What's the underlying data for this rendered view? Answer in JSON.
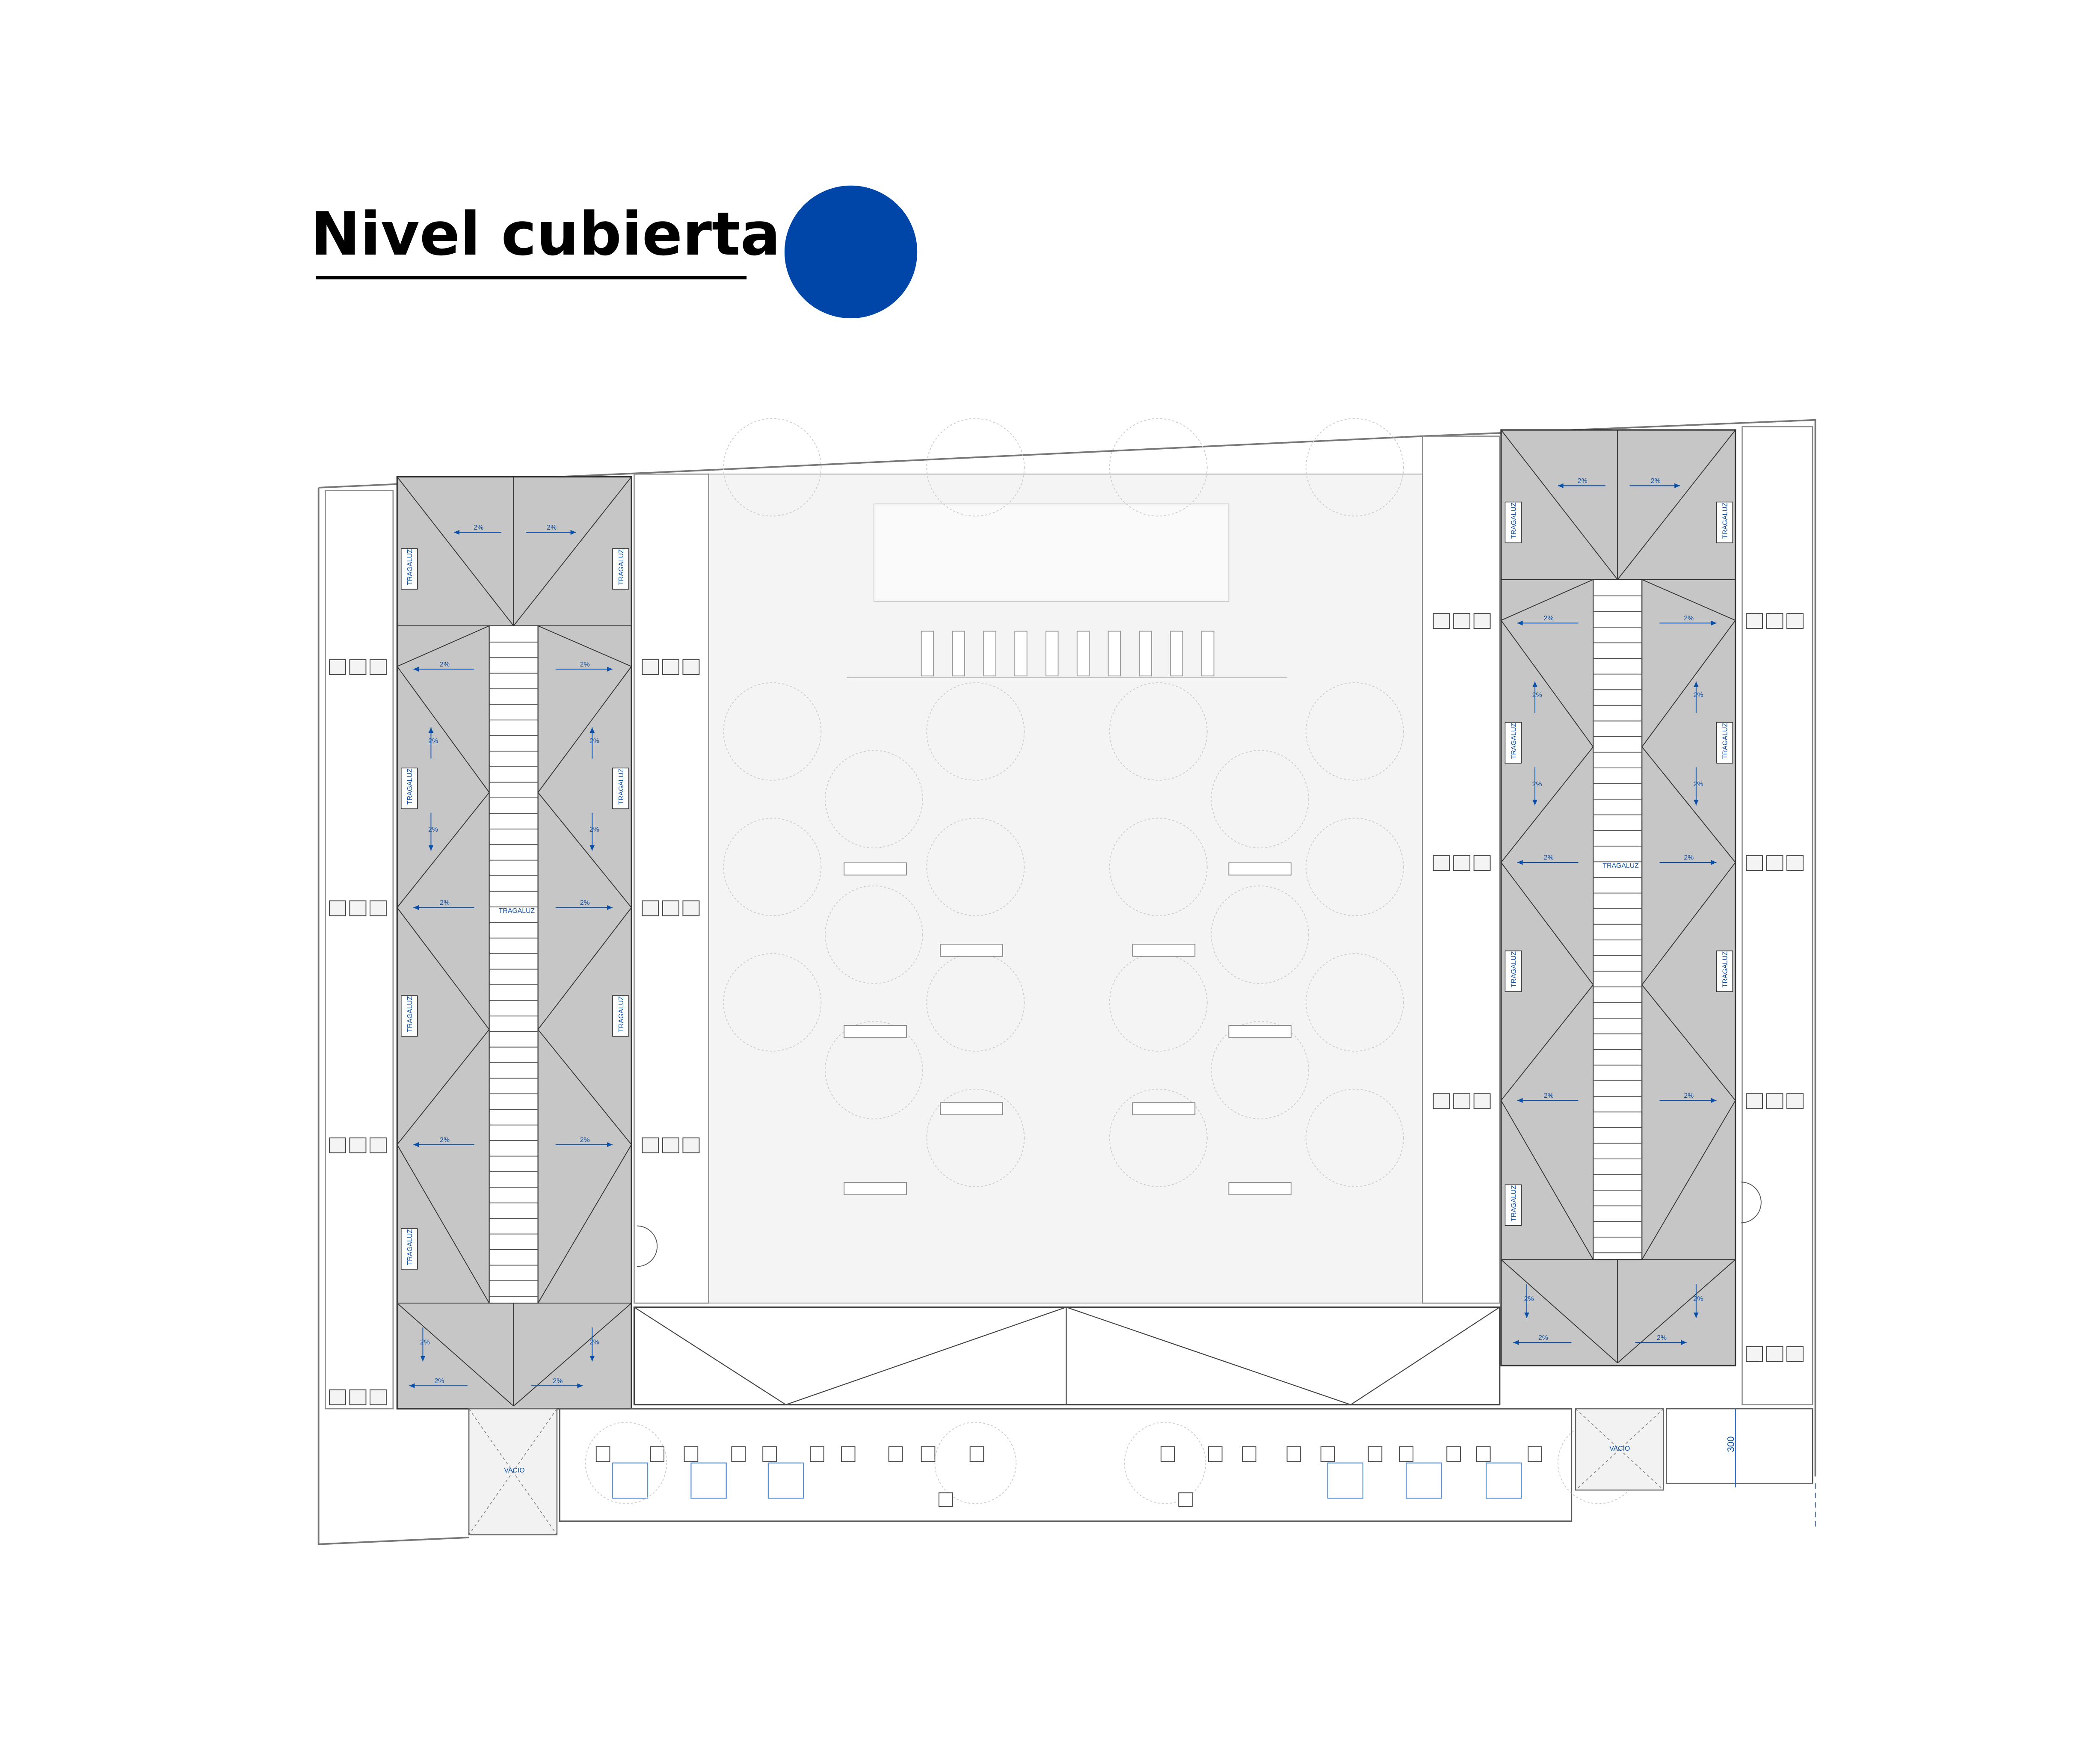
{
  "header": {
    "title": "Nivel cubierta",
    "accent_color": "#0046A8"
  },
  "plan": {
    "skylight_label": "TRAGALUZ",
    "slope_label": "2%",
    "void_label": "VACIO",
    "dimension_label": "300",
    "roof_color": "#c6c6c6",
    "annotation_color": "#0a4fa8"
  }
}
